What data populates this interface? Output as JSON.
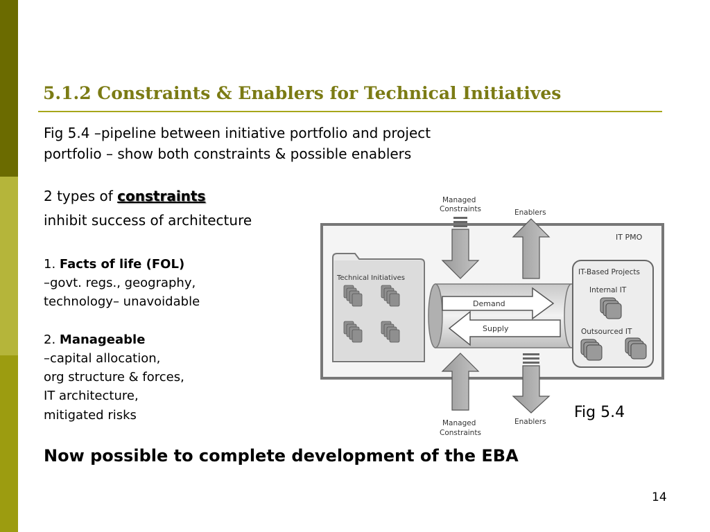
{
  "slide": {
    "title": "5.1.2  Constraints & Enablers for Technical Initiatives",
    "intro_line1": "Fig 5.4 –pipeline between initiative portfolio and project",
    "intro_line2": "portfolio – show both constraints & possible enablers",
    "types_prefix": "2 types of ",
    "types_keyword": "constraints",
    "inhibit_line": "inhibit success of architecture",
    "item1": {
      "number": "1. ",
      "label": "Facts of life (FOL)",
      "line1": "–govt. regs., geography,",
      "line2": "technology– unavoidable"
    },
    "item2": {
      "number": "2. ",
      "label": "Manageable",
      "line1": "–capital allocation,",
      "line2": "org structure & forces,",
      "line3": "IT architecture,",
      "line4": "mitigated risks"
    },
    "fig_caption": "Fig 5.4",
    "conclusion": "Now possible to complete development of the EBA",
    "page_number": "14"
  },
  "diagram": {
    "managed_constraints_top": [
      "Managed",
      "Constraints"
    ],
    "enablers_top": "Enablers",
    "it_pmo": "IT PMO",
    "technical_initiatives": "Technical Initiatives",
    "demand": "Demand",
    "supply": "Supply",
    "it_based_projects": "IT-Based Projects",
    "internal_it": "Internal IT",
    "outsourced_it": "Outsourced  IT",
    "managed_constraints_bottom": [
      "Managed",
      "Constraints"
    ],
    "enablers_bottom": "Enablers"
  },
  "colors": {
    "title": "#7b7b14",
    "rule": "#a6a61a",
    "sidebar_dark": "#6b6b00",
    "sidebar_light": "#b5b53a",
    "sidebar_mid": "#9c9c10"
  }
}
